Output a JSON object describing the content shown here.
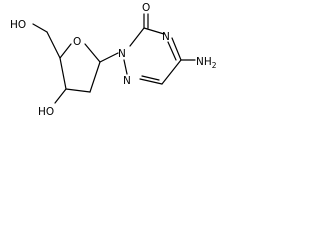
{
  "molecule": {
    "labels": {
      "hydroxymethyl": "HO",
      "ring_oxygen": "O",
      "hydroxyl": "HO",
      "carbonyl_oxygen": "O",
      "n1": "N",
      "n2": "N",
      "n4": "N",
      "amino": "NH",
      "amino_subscript": "2"
    }
  }
}
